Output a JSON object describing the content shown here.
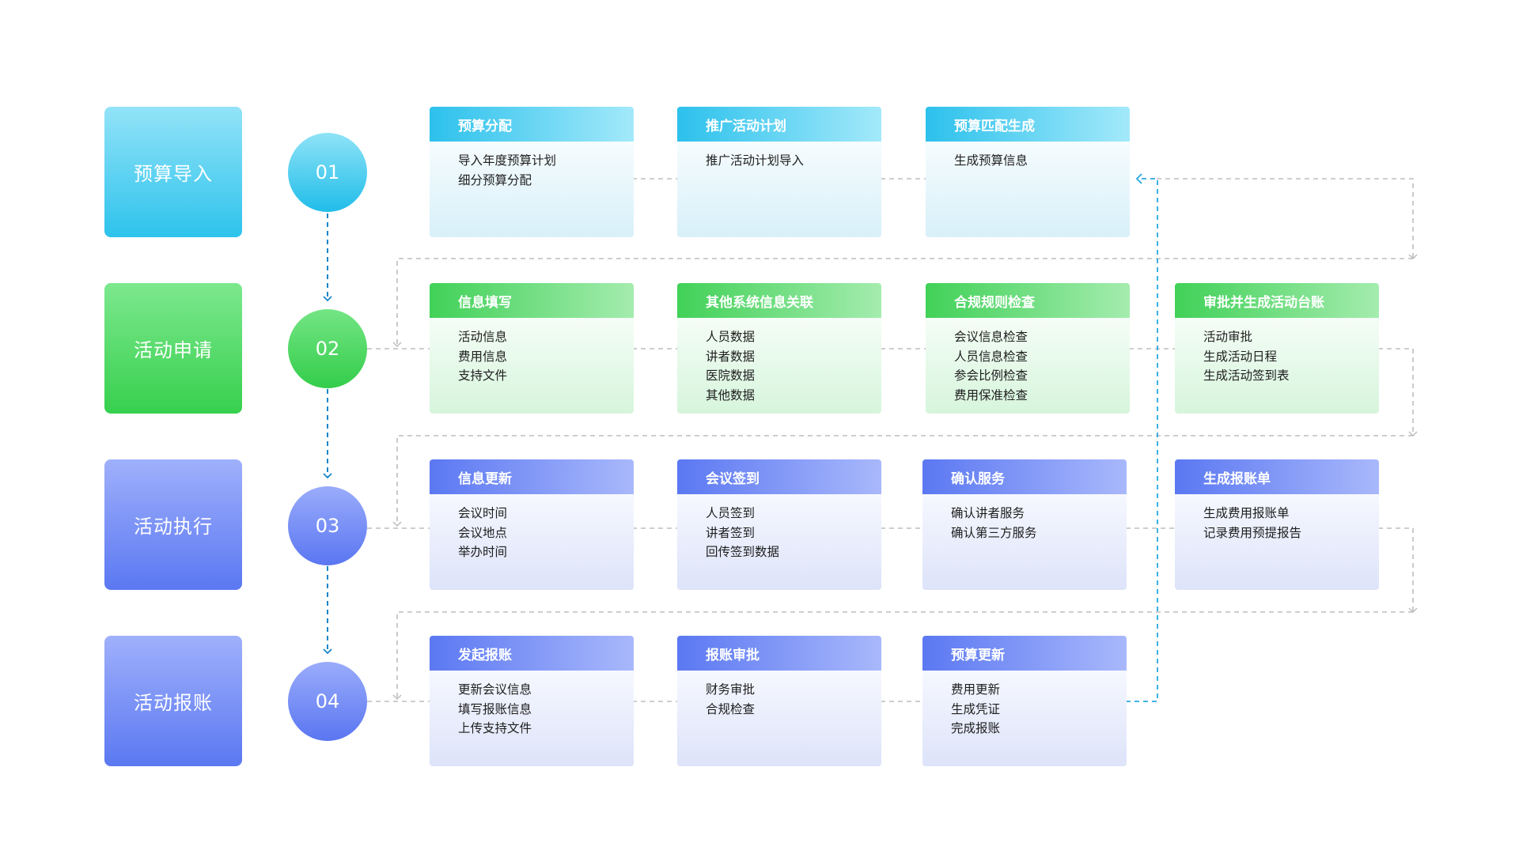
{
  "stages": [
    {
      "label": "预算导入",
      "number": "01",
      "theme": "cyan"
    },
    {
      "label": "活动申请",
      "number": "02",
      "theme": "green"
    },
    {
      "label": "活动执行",
      "number": "03",
      "theme": "blue"
    },
    {
      "label": "活动报账",
      "number": "04",
      "theme": "blue"
    }
  ],
  "cards": {
    "budget_allocation": {
      "title": "预算分配",
      "items": [
        "导入年度预算计划",
        "细分预算分配"
      ]
    },
    "promotion_plan": {
      "title": "推广活动计划",
      "items": [
        "推广活动计划导入"
      ]
    },
    "budget_match": {
      "title": "预算匹配生成",
      "items": [
        "生成预算信息"
      ]
    },
    "info_fill": {
      "title": "信息填写",
      "items": [
        "活动信息",
        "费用信息",
        "支持文件"
      ]
    },
    "other_system_link": {
      "title": "其他系统信息关联",
      "items": [
        "人员数据",
        "讲者数据",
        "医院数据",
        "其他数据"
      ]
    },
    "compliance_check": {
      "title": "合规规则检查",
      "items": [
        "会议信息检查",
        "人员信息检查",
        "参会比例检查",
        "费用保准检查"
      ]
    },
    "approve_ledger": {
      "title": "审批并生成活动台账",
      "items": [
        "活动审批",
        "生成活动日程",
        "生成活动签到表"
      ]
    },
    "info_update": {
      "title": "信息更新",
      "items": [
        "会议时间",
        "会议地点",
        "举办时间"
      ]
    },
    "meeting_checkin": {
      "title": "会议签到",
      "items": [
        "人员签到",
        "讲者签到",
        "回传签到数据"
      ]
    },
    "confirm_service": {
      "title": "确认服务",
      "items": [
        "确认讲者服务",
        "确认第三方服务"
      ]
    },
    "gen_reimbursement": {
      "title": "生成报账单",
      "items": [
        "生成费用报账单",
        "记录费用预提报告"
      ]
    },
    "start_reimbursement": {
      "title": "发起报账",
      "items": [
        "更新会议信息",
        "填写报账信息",
        "上传支持文件"
      ]
    },
    "reimbursement_approval": {
      "title": "报账审批",
      "items": [
        "财务审批",
        "合规检查"
      ]
    },
    "budget_update": {
      "title": "预算更新",
      "items": [
        "费用更新",
        "生成凭证",
        "完成报账"
      ]
    }
  },
  "colors": {
    "cyan": "#2ec3ec",
    "green": "#37d04e",
    "blue": "#5b78f2",
    "flow_arrow": "#1a86c8",
    "connector_gray": "#bdbdbd",
    "feedback_blue": "#29a8e0"
  }
}
